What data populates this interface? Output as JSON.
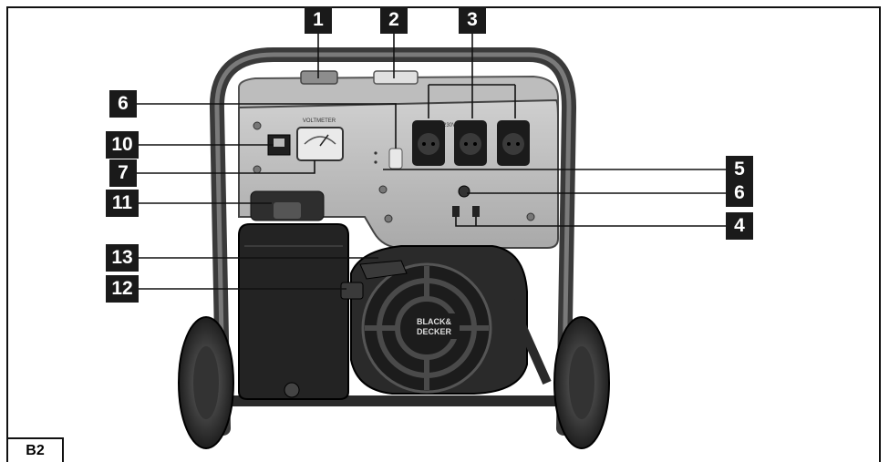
{
  "figure_label": "B2",
  "callouts": [
    {
      "id": "c1",
      "text": "1"
    },
    {
      "id": "c2",
      "text": "2"
    },
    {
      "id": "c3",
      "text": "3"
    },
    {
      "id": "c6a",
      "text": "6"
    },
    {
      "id": "c10",
      "text": "10"
    },
    {
      "id": "c7",
      "text": "7"
    },
    {
      "id": "c11",
      "text": "11"
    },
    {
      "id": "c5",
      "text": "5"
    },
    {
      "id": "c6b",
      "text": "6"
    },
    {
      "id": "c4",
      "text": "4"
    },
    {
      "id": "c13",
      "text": "13"
    },
    {
      "id": "c12",
      "text": "12"
    }
  ],
  "panel": {
    "voltmeter_label": "VOLTMETER",
    "outlet_label": "230V"
  },
  "brand": {
    "line1": "BLACK&",
    "line2": "DECKER"
  }
}
